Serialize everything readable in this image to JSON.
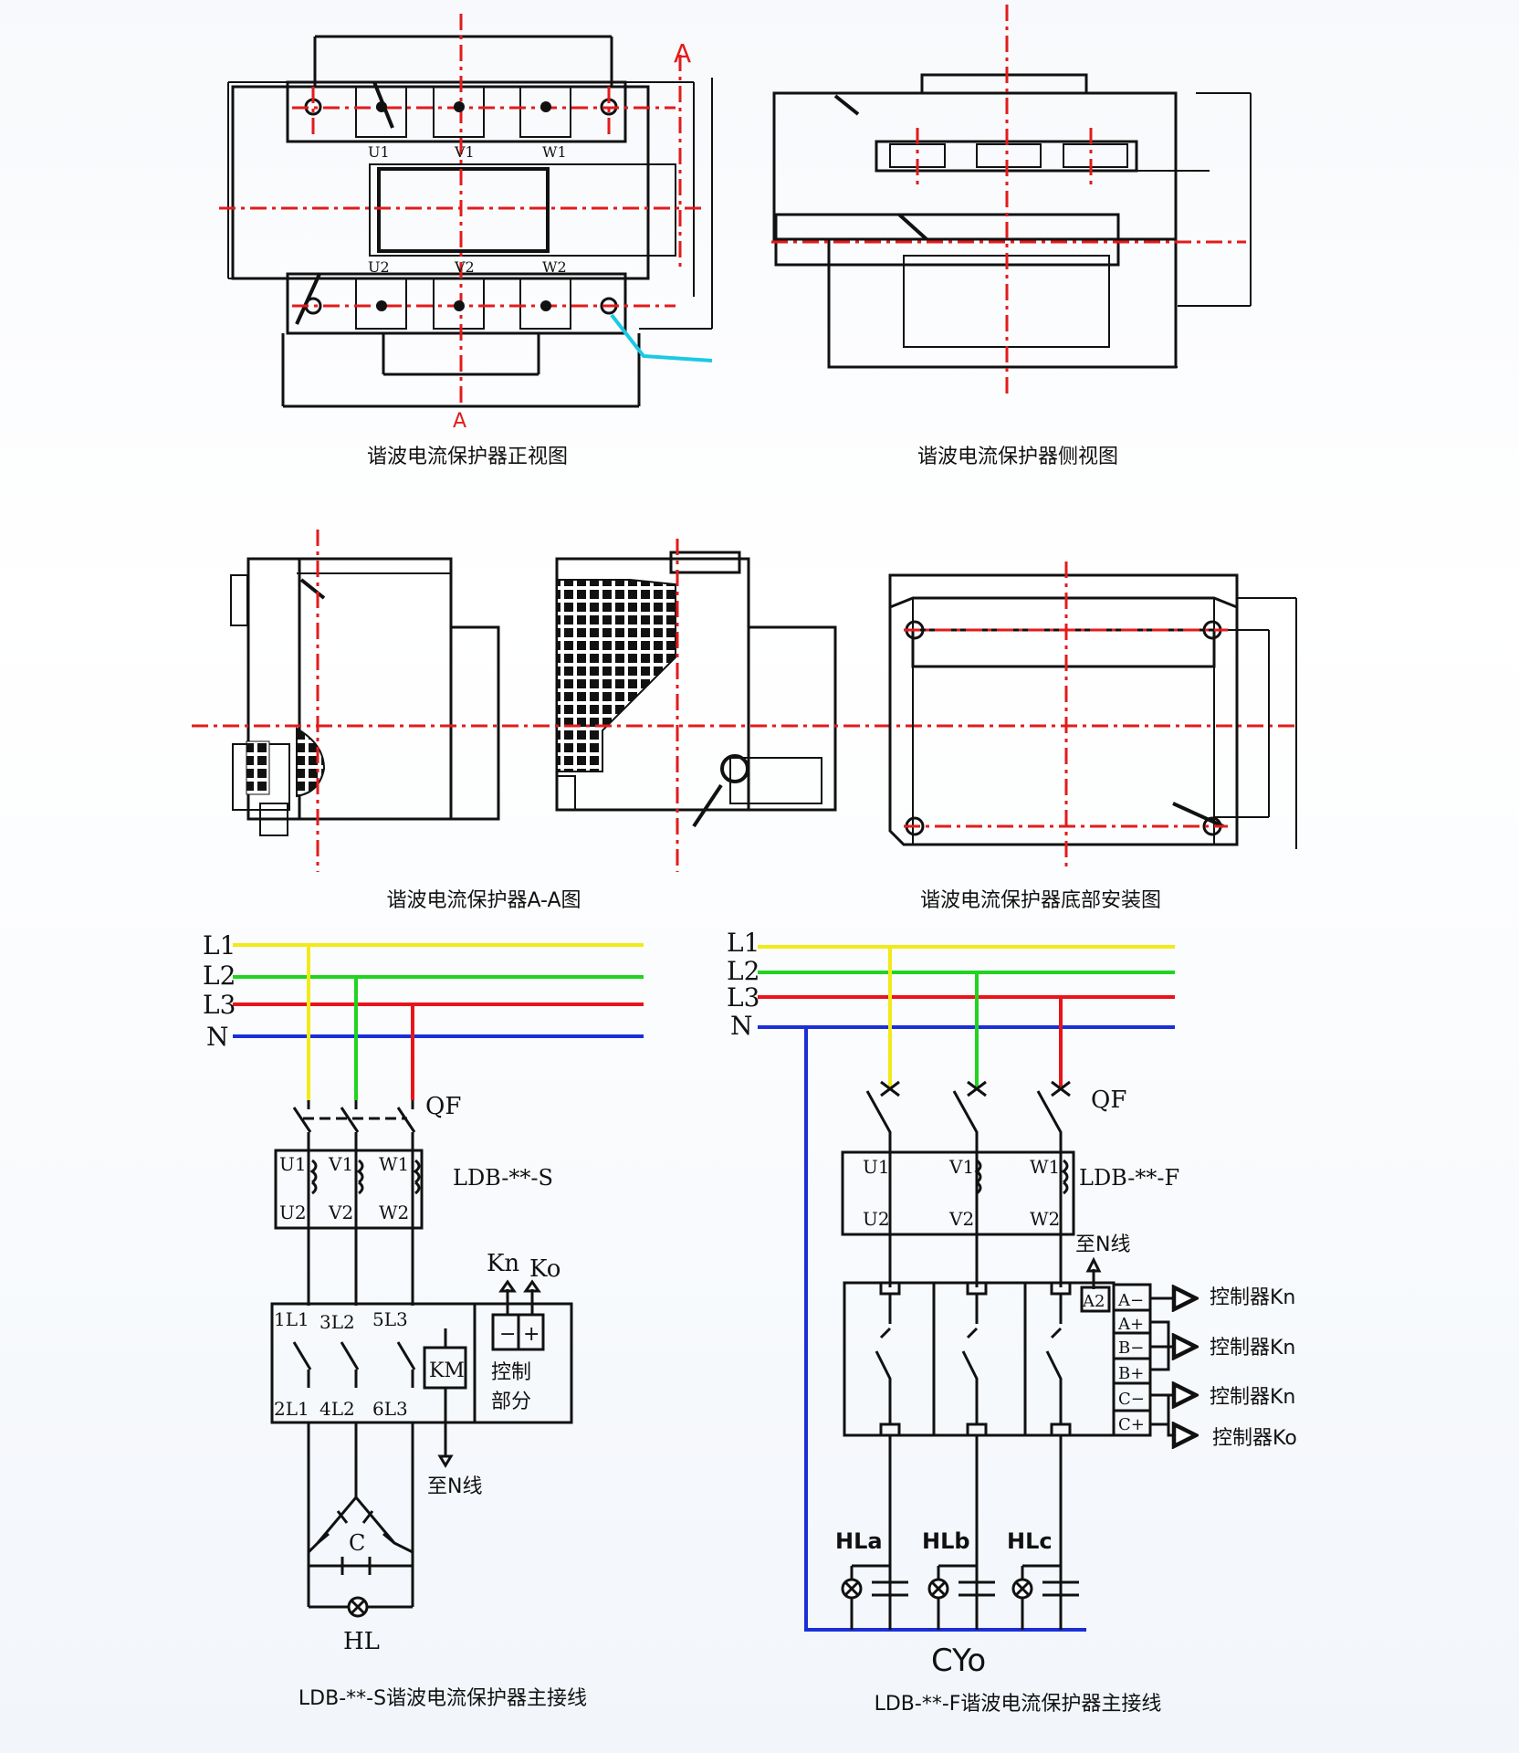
{
  "captions": {
    "front_view": "谐波电流保护器正视图",
    "side_view": "谐波电流保护器侧视图",
    "section_aa": "谐波电流保护器A-A图",
    "bottom_install": "谐波电流保护器底部安装图",
    "wiring_s": "LDB-**-S谐波电流保护器主接线",
    "wiring_f": "LDB-**-F谐波电流保护器主接线"
  },
  "front": {
    "section_mark_top": "A",
    "section_mark_bottom": "A",
    "top_terminals": [
      "U1",
      "V1",
      "W1"
    ],
    "bottom_terminals": [
      "U2",
      "V2",
      "W2"
    ]
  },
  "bus": {
    "labels": [
      "L1",
      "L2",
      "L3",
      "N"
    ],
    "colors": {
      "L1": "#f2ea17",
      "L2": "#1fd41f",
      "L3": "#e8141a",
      "N": "#1a2fd6"
    }
  },
  "wiring_s": {
    "breaker": "QF",
    "model": "LDB-**-S",
    "ct_top": [
      "U1",
      "V1",
      "W1"
    ],
    "ct_bottom": [
      "U2",
      "V2",
      "W2"
    ],
    "contact_top": [
      "1L1",
      "3L2",
      "5L3"
    ],
    "contact_bottom": [
      "2L1",
      "4L2",
      "6L3"
    ],
    "coil": "KM",
    "control_line1": "控制",
    "control_line2": "部分",
    "minus": "−",
    "plus": "+",
    "out_kn": "Kn",
    "out_ko": "Ko",
    "to_n": "至N线",
    "capacitor": "C",
    "lamp": "HL"
  },
  "wiring_f": {
    "breaker": "QF",
    "model": "LDB-**-F",
    "ct_top": [
      "U1",
      "V1",
      "W1"
    ],
    "ct_bottom": [
      "U2",
      "V2",
      "W2"
    ],
    "to_n": "至N线",
    "a2": "A2",
    "terminals": [
      "A−",
      "A+",
      "B−",
      "B+",
      "C−",
      "C+"
    ],
    "controllers": [
      "控制器Kn",
      "控制器Kn",
      "控制器Kn",
      "控制器Ko"
    ],
    "lamps": [
      "HLa",
      "HLb",
      "HLc"
    ],
    "capacitor": "CYo"
  }
}
